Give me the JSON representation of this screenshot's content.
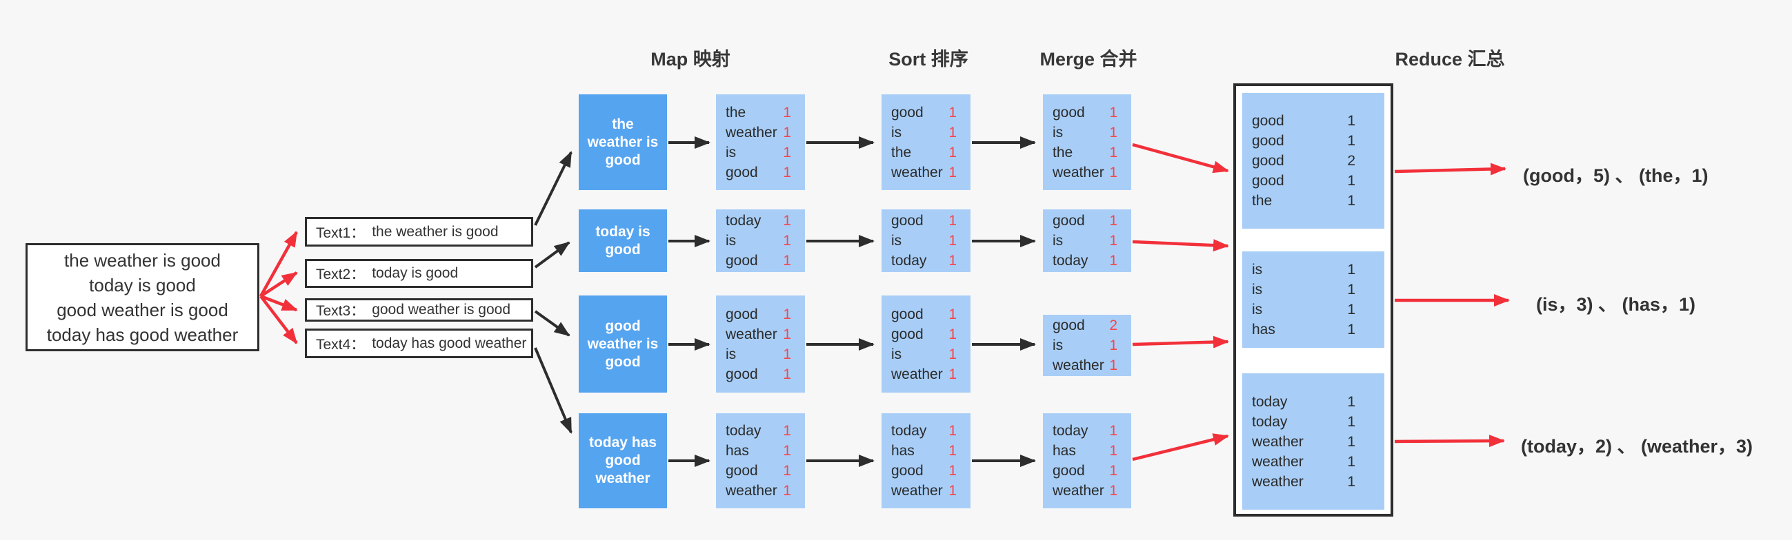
{
  "headers": {
    "map": "Map 映射",
    "sort": "Sort 排序",
    "merge": "Merge 合并",
    "reduce": "Reduce 汇总"
  },
  "source": {
    "lines": [
      "the weather is good",
      "today is good",
      "good weather is good",
      "today has good weather"
    ]
  },
  "texts": [
    {
      "label": "Text1：",
      "sentence": "the weather is good"
    },
    {
      "label": "Text2：",
      "sentence": "today is good"
    },
    {
      "label": "Text3：",
      "sentence": "good weather is good"
    },
    {
      "label": "Text4：",
      "sentence": "today has good weather"
    }
  ],
  "splits": [
    "the weather is good",
    "today is good",
    "good weather is good",
    "today has good weather"
  ],
  "map_rows": [
    [
      {
        "w": "the",
        "c": "1"
      },
      {
        "w": "weather",
        "c": "1"
      },
      {
        "w": "is",
        "c": "1"
      },
      {
        "w": "good",
        "c": "1"
      }
    ],
    [
      {
        "w": "today",
        "c": "1"
      },
      {
        "w": "is",
        "c": "1"
      },
      {
        "w": "good",
        "c": "1"
      }
    ],
    [
      {
        "w": "good",
        "c": "1"
      },
      {
        "w": "weather",
        "c": "1"
      },
      {
        "w": "is",
        "c": "1"
      },
      {
        "w": "good",
        "c": "1"
      }
    ],
    [
      {
        "w": "today",
        "c": "1"
      },
      {
        "w": "has",
        "c": "1"
      },
      {
        "w": "good",
        "c": "1"
      },
      {
        "w": "weather",
        "c": "1"
      }
    ]
  ],
  "sort_rows": [
    [
      {
        "w": "good",
        "c": "1"
      },
      {
        "w": "is",
        "c": "1"
      },
      {
        "w": "the",
        "c": "1"
      },
      {
        "w": "weather",
        "c": "1"
      }
    ],
    [
      {
        "w": "good",
        "c": "1"
      },
      {
        "w": "is",
        "c": "1"
      },
      {
        "w": "today",
        "c": "1"
      }
    ],
    [
      {
        "w": "good",
        "c": "1"
      },
      {
        "w": "good",
        "c": "1"
      },
      {
        "w": "is",
        "c": "1"
      },
      {
        "w": "weather",
        "c": "1"
      }
    ],
    [
      {
        "w": "today",
        "c": "1"
      },
      {
        "w": "has",
        "c": "1"
      },
      {
        "w": "good",
        "c": "1"
      },
      {
        "w": "weather",
        "c": "1"
      }
    ]
  ],
  "merge_rows": [
    [
      {
        "w": "good",
        "c": "1"
      },
      {
        "w": "is",
        "c": "1"
      },
      {
        "w": "the",
        "c": "1"
      },
      {
        "w": "weather",
        "c": "1"
      }
    ],
    [
      {
        "w": "good",
        "c": "1"
      },
      {
        "w": "is",
        "c": "1"
      },
      {
        "w": "today",
        "c": "1"
      }
    ],
    [
      {
        "w": "good",
        "c": "2"
      },
      {
        "w": "is",
        "c": "1"
      },
      {
        "w": "weather",
        "c": "1"
      }
    ],
    [
      {
        "w": "today",
        "c": "1"
      },
      {
        "w": "has",
        "c": "1"
      },
      {
        "w": "good",
        "c": "1"
      },
      {
        "w": "weather",
        "c": "1"
      }
    ]
  ],
  "reduce_groups": [
    [
      {
        "w": "good",
        "c": "1"
      },
      {
        "w": "good",
        "c": "1"
      },
      {
        "w": "good",
        "c": "2"
      },
      {
        "w": "good",
        "c": "1"
      },
      {
        "w": "the",
        "c": "1"
      }
    ],
    [
      {
        "w": "is",
        "c": "1"
      },
      {
        "w": "is",
        "c": "1"
      },
      {
        "w": "is",
        "c": "1"
      },
      {
        "w": "has",
        "c": "1"
      }
    ],
    [
      {
        "w": "today",
        "c": "1"
      },
      {
        "w": "today",
        "c": "1"
      },
      {
        "w": "weather",
        "c": "1"
      },
      {
        "w": "weather",
        "c": "1"
      },
      {
        "w": "weather",
        "c": "1"
      }
    ]
  ],
  "outputs": [
    "(good，5) 、 (the，1)",
    "(is，3) 、 (has，1)",
    "(today，2) 、 (weather，3)"
  ],
  "colors": {
    "background": "#f7f7f8",
    "split_blue": "#55a4f0",
    "cell_blue": "#a8cef7",
    "count_red": "#f8444b",
    "arrow_red": "#f2303a",
    "line_dark": "#2d2d2d"
  }
}
